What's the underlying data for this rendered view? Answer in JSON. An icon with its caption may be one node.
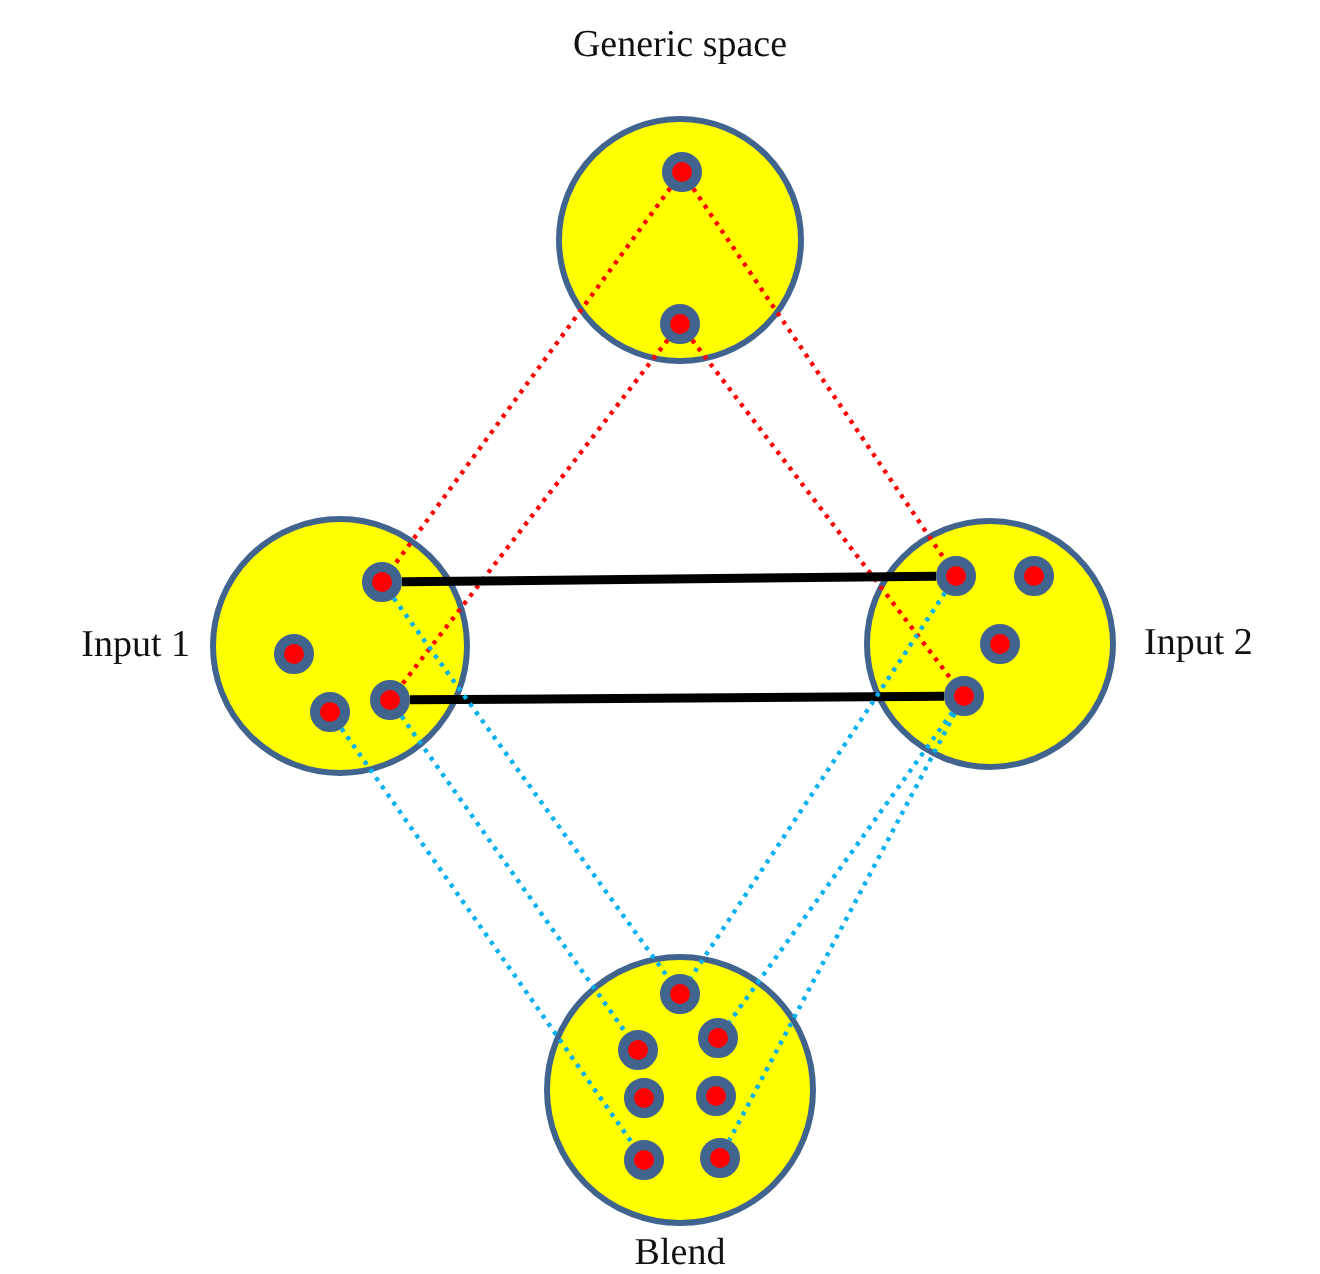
{
  "diagram": {
    "nodes": [
      {
        "text": [
          "Generic space"
        ]
      },
      {
        "text": [],
        "shape": "circle",
        "in": 0
      },
      {
        "text": [],
        "shape": "circle",
        "in": 0
      },
      {
        "text": [
          "Input 1"
        ]
      },
      {
        "text": [],
        "shape": "circle",
        "in": 3
      },
      {
        "text": [],
        "shape": "circle",
        "in": 3
      },
      {
        "text": [],
        "shape": "circle",
        "in": 3
      },
      {
        "text": [],
        "shape": "circle",
        "in": 3
      },
      {
        "text": [
          "Input 2"
        ]
      },
      {
        "text": [],
        "shape": "circle",
        "in": 8
      },
      {
        "text": [],
        "shape": "circle",
        "in": 8
      },
      {
        "text": [],
        "shape": "circle",
        "in": 8
      },
      {
        "text": [],
        "shape": "circle",
        "in": 8
      },
      {
        "text": [
          "Blend"
        ]
      },
      {
        "text": [],
        "shape": "circle",
        "in": 13
      },
      {
        "text": [],
        "shape": "circle",
        "in": 13
      },
      {
        "text": [],
        "shape": "circle",
        "in": 13
      },
      {
        "text": [],
        "shape": "circle",
        "in": 13
      },
      {
        "text": [],
        "shape": "circle",
        "in": 13
      },
      {
        "text": [],
        "shape": "circle",
        "in": 13
      },
      {
        "text": [],
        "shape": "circle",
        "in": 13
      }
    ],
    "edges": [
      {
        "from": 1,
        "to": 4,
        "arrow": "none",
        "style": "dashed",
        "color": "#ff0000"
      },
      {
        "from": 2,
        "to": 7,
        "arrow": "none",
        "style": "dashed",
        "color": "#ff0000"
      },
      {
        "from": 1,
        "to": 9,
        "arrow": "none",
        "style": "dashed",
        "color": "#ff0000"
      },
      {
        "from": 2,
        "to": 12,
        "arrow": "none",
        "style": "dashed",
        "color": "#ff0000"
      },
      {
        "from": 4,
        "to": 9,
        "arrow": "none",
        "style": "thick",
        "color": "#000000"
      },
      {
        "from": 7,
        "to": 12,
        "arrow": "none",
        "style": "thick",
        "color": "#000000"
      },
      {
        "from": 4,
        "to": 14,
        "arrow": "none",
        "style": "dashed",
        "color": "#00b0f0"
      },
      {
        "from": 7,
        "to": 15,
        "arrow": "none",
        "style": "dashed",
        "color": "#00b0f0"
      },
      {
        "from": 6,
        "to": 19,
        "arrow": "none",
        "style": "dashed",
        "color": "#00b0f0"
      },
      {
        "from": 9,
        "to": 14,
        "arrow": "none",
        "style": "dashed",
        "color": "#00b0f0"
      },
      {
        "from": 12,
        "to": 16,
        "arrow": "none",
        "style": "dashed",
        "color": "#00b0f0"
      },
      {
        "from": 12,
        "to": 20,
        "arrow": "none",
        "style": "dashed",
        "color": "#00b0f0"
      }
    ]
  }
}
